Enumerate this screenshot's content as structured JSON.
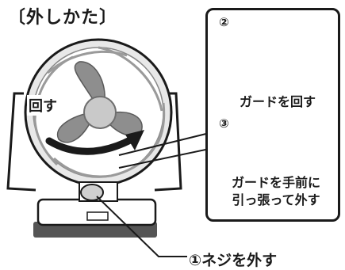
{
  "title": "〔外しかた〕",
  "rotate_label": "回す",
  "step1_label": "①ネジを外す",
  "steps": [
    {
      "number": "②",
      "text": "ガードを回す"
    },
    {
      "number": "③",
      "text_line1": "ガードを手前に",
      "text_line2": "引っ張って外す"
    }
  ],
  "colors": {
    "line": "#1a1a1a",
    "gray": "#7a7a7a",
    "light_gray": "#bdbdbd"
  }
}
